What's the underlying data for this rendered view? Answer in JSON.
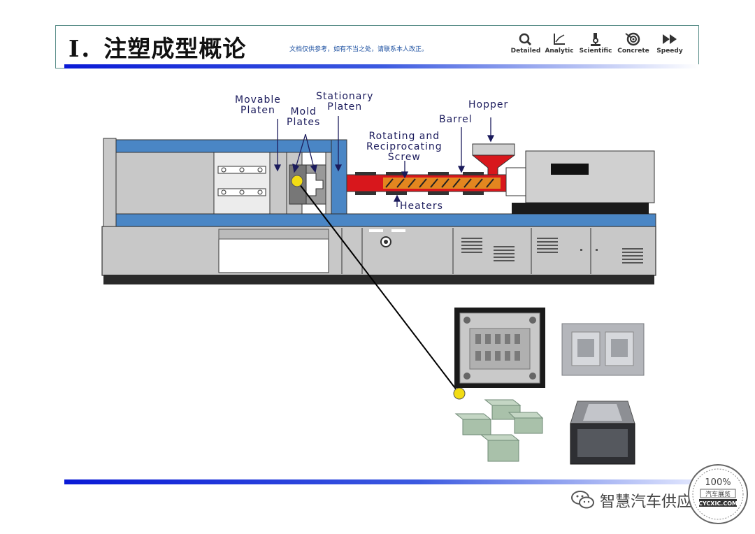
{
  "header": {
    "title": "I．注塑成型概论",
    "subtitle": "文档仅供参考，如有不当之处，请联系本人改正。",
    "nav": [
      {
        "label": "Detailed",
        "icon": "magnifier-icon"
      },
      {
        "label": "Analytic",
        "icon": "axis-chart-icon"
      },
      {
        "label": "Scientific",
        "icon": "microscope-icon"
      },
      {
        "label": "Concrete",
        "icon": "target-icon"
      },
      {
        "label": "Speedy",
        "icon": "fast-forward-icon"
      }
    ]
  },
  "diagram": {
    "labels": {
      "movable_platen": "Movable\nPlaten",
      "mold_plates": "Mold\nPlates",
      "stationary_platen": "Stationary\nPlaten",
      "hopper": "Hopper",
      "barrel": "Barrel",
      "screw": "Rotating and\nReciprocating\nScrew",
      "heaters": "Heaters"
    }
  },
  "footer": {
    "watermark": "智慧汽车供应链",
    "stamp_top": "100%",
    "stamp_mid": "汽车展览",
    "stamp_domain": "CYCXIC.COM"
  },
  "colors": {
    "platen_blue": "#4a86c5",
    "machine_gray": "#c8c8c8",
    "barrel_red": "#d8171c",
    "screw_orange": "#e3861f",
    "marker_yellow": "#f2dc14",
    "accent_blue": "#0a1ad6"
  }
}
